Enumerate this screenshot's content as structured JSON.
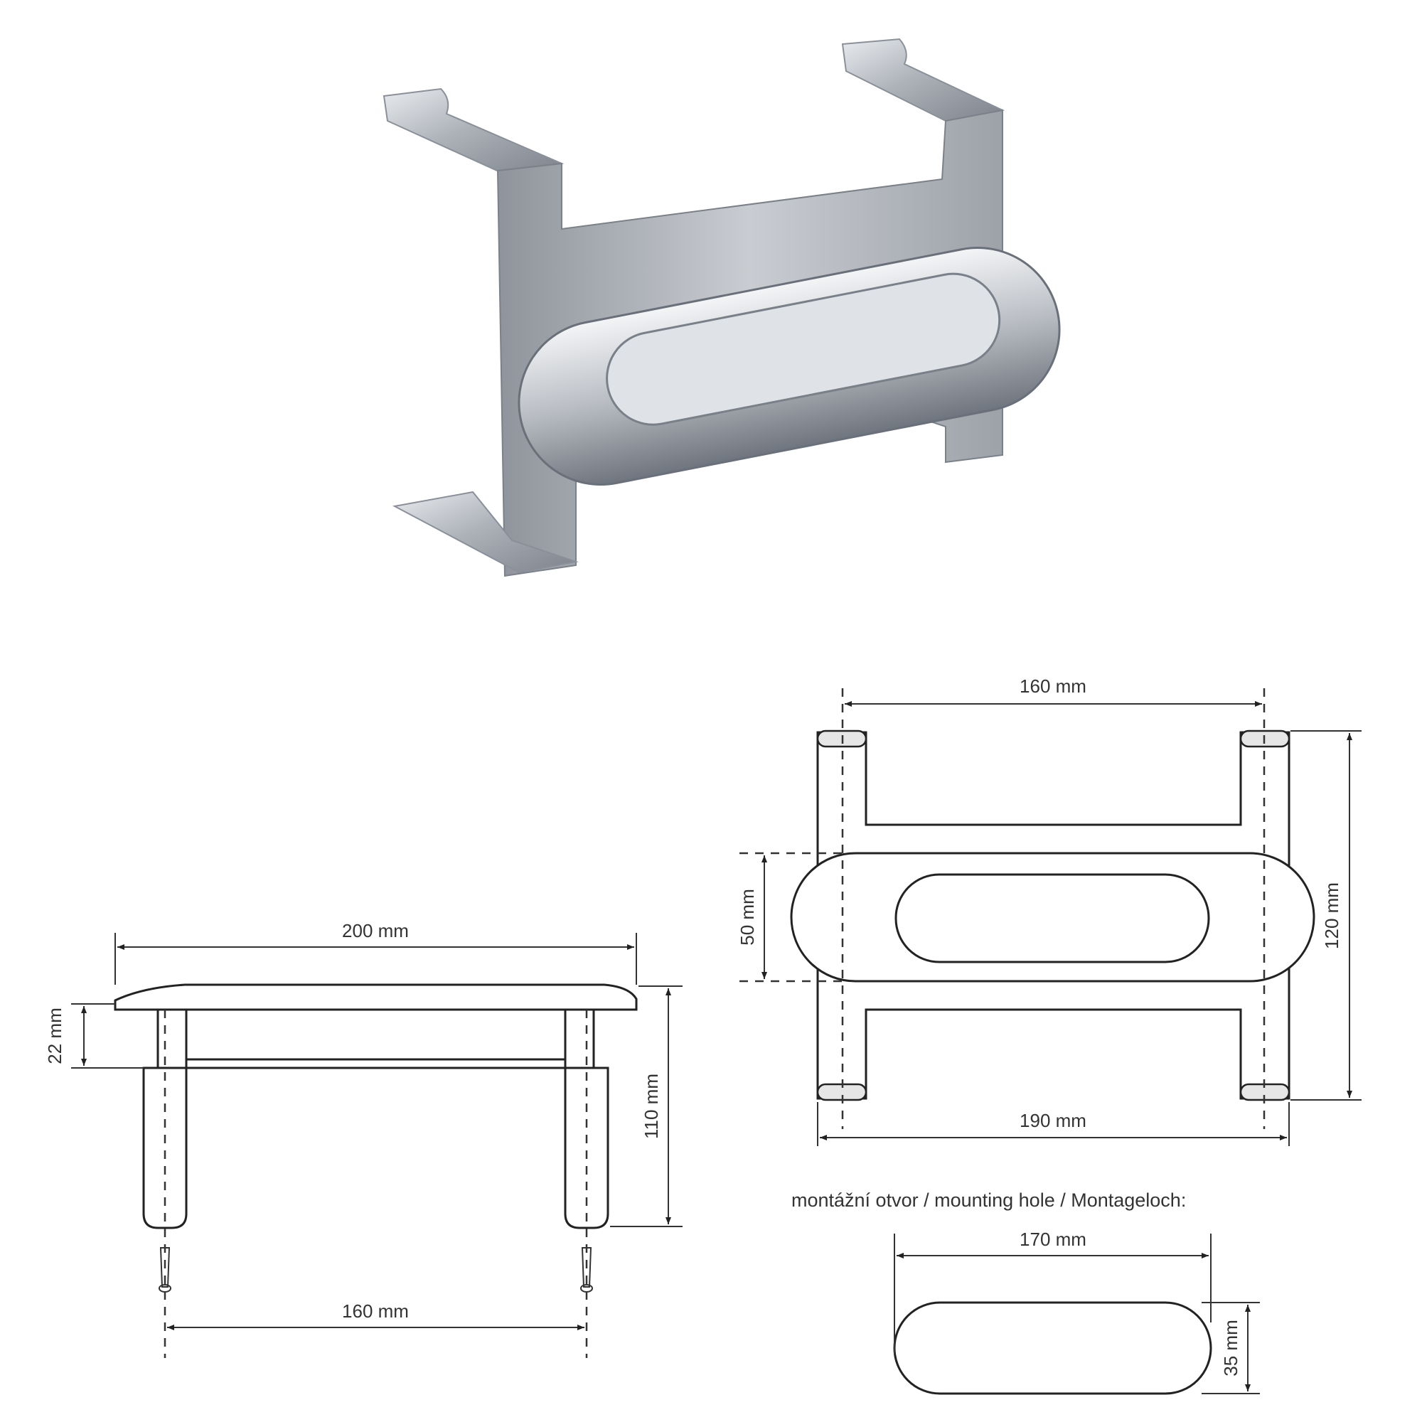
{
  "side_view": {
    "width_label": "200 mm",
    "height_label": "110 mm",
    "small_label": "22 mm",
    "spacing_label": "160 mm"
  },
  "top_view": {
    "spacing_label": "160 mm",
    "width_label": "190 mm",
    "height_label": "120 mm",
    "ring_label": "50 mm"
  },
  "mounting_hole": {
    "caption": "montážní otvor / mounting hole / Montageloch:",
    "width_label": "170 mm",
    "height_label": "35 mm"
  },
  "colors": {
    "line": "#222222",
    "steel": "#b8bcc2"
  }
}
